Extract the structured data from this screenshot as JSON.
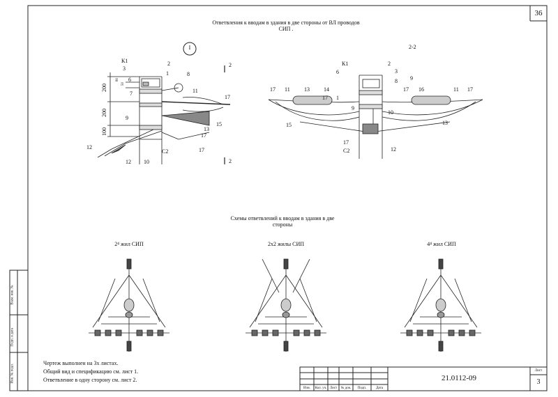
{
  "sheet_number": "36",
  "title": "Ответвления к вводам в здания в две стороны от ВЛ проводов СИП .",
  "detail_marker": "I",
  "section_label": "2-2",
  "section_mark": "2",
  "dims": [
    "200",
    "200",
    "100",
    "80",
    "50"
  ],
  "labels_left": [
    "К1",
    "2",
    "3",
    "1",
    "8",
    "6",
    "7",
    "11",
    "17",
    "9",
    "15",
    "13",
    "17",
    "С2",
    "12",
    "17",
    "12",
    "10"
  ],
  "labels_right": [
    "К1",
    "2",
    "6",
    "3",
    "9",
    "17",
    "11",
    "13",
    "14",
    "17",
    "1",
    "8",
    "17",
    "16",
    "11",
    "17",
    "9",
    "10",
    "15",
    "13",
    "17",
    "С2",
    "12"
  ],
  "schemes_title": "Схемы ответвлений к вводам в здания в две стороны",
  "scheme_labels": [
    "2⁴ жил СИП",
    "2х2 жилы СИП",
    "4⁴ жил СИП"
  ],
  "notes": [
    "Чертеж выполнен на 3х листах.",
    "Общий вид и спецификацию см. лист 1.",
    "Ответвление в одну сторону см. лист 2."
  ],
  "stamp": {
    "code": "21.0112-09",
    "sheet_label": "Лист",
    "sheet_num": "3",
    "cols": [
      "Изм.",
      "Кол. уч.",
      "Лист",
      "№ док.",
      "Подп.",
      "Дата"
    ]
  },
  "side_labels": [
    "Инв. № подл.",
    "Подп. и дата",
    "Взам. инв. №"
  ]
}
